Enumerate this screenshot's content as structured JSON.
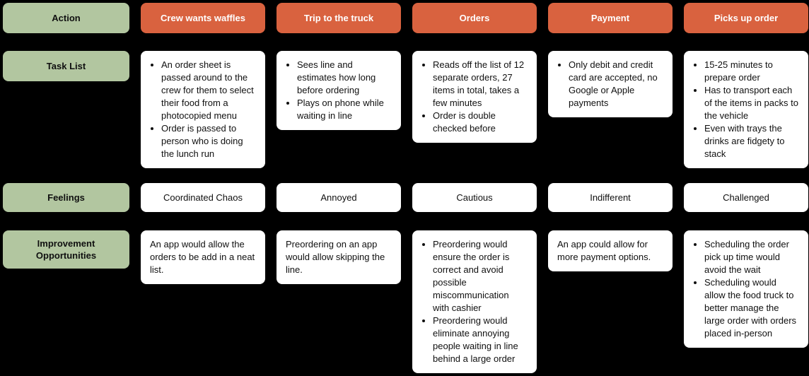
{
  "board": {
    "colors": {
      "background": "#000000",
      "label_pill": "#b2c6a0",
      "stage_pill": "#d9623f",
      "card": "#ffffff",
      "text_dark": "#101010",
      "text_light": "#ffffff"
    }
  },
  "row_labels": {
    "action": "Action",
    "task_list": "Task List",
    "feelings": "Feelings",
    "improvement": "Improvement Opportunities"
  },
  "stages": [
    {
      "label": "Crew wants waffles"
    },
    {
      "label": "Trip to the truck"
    },
    {
      "label": "Orders"
    },
    {
      "label": "Payment"
    },
    {
      "label": "Picks up order"
    }
  ],
  "task_list": [
    {
      "type": "bullets",
      "items": [
        "An order sheet is passed around to the crew for them to select their food from a photocopied menu",
        "Order is passed to person who is doing the lunch run"
      ]
    },
    {
      "type": "bullets",
      "items": [
        "Sees line and estimates how long before ordering",
        "Plays on phone while waiting in line"
      ]
    },
    {
      "type": "bullets",
      "items": [
        "Reads off the list of 12 separate orders, 27 items in total, takes a few minutes",
        "Order is double checked before"
      ]
    },
    {
      "type": "bullets",
      "items": [
        "Only debit and credit card are accepted, no Google or Apple payments"
      ]
    },
    {
      "type": "bullets",
      "items": [
        "15-25 minutes to prepare order",
        "Has to transport each of the items in packs to the vehicle",
        "Even with trays the drinks are fidgety to stack"
      ]
    }
  ],
  "feelings": [
    {
      "text": "Coordinated Chaos"
    },
    {
      "text": "Annoyed"
    },
    {
      "text": "Cautious"
    },
    {
      "text": "Indifferent"
    },
    {
      "text": "Challenged"
    }
  ],
  "improvement": [
    {
      "type": "paragraph",
      "text": "An app would allow the orders to be add in a neat list."
    },
    {
      "type": "paragraph",
      "text": "Preordering on an app would allow skipping the line."
    },
    {
      "type": "bullets",
      "items": [
        "Preordering would ensure the order is correct and avoid possible miscommunication with cashier",
        "Preordering would eliminate annoying people waiting in line behind a large order"
      ]
    },
    {
      "type": "paragraph",
      "text": "An app could allow for more payment options."
    },
    {
      "type": "bullets",
      "items": [
        "Scheduling the order pick up time would avoid the wait",
        "Scheduling would allow the food truck to better manage the large order with orders placed in-person"
      ]
    }
  ]
}
